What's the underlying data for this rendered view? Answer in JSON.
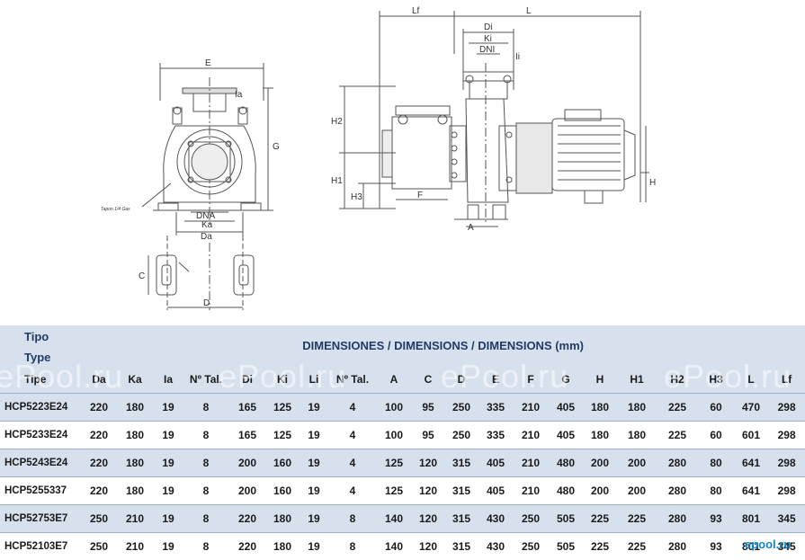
{
  "drawing": {
    "front_labels": {
      "e": "E",
      "ia": "Ia",
      "g": "G",
      "dna": "DNA",
      "ka": "Ka",
      "da": "Da",
      "tapon": "Tapon 1/4 Gas",
      "c": "C",
      "d": "D"
    },
    "side_labels": {
      "lf": "Lf",
      "l": "L",
      "di": "Di",
      "ki": "Ki",
      "dni": "DNI",
      "li": "Ii",
      "h2": "H2",
      "h1": "H1",
      "h3": "H3",
      "f": "F",
      "a": "A",
      "h": "H"
    }
  },
  "table": {
    "header": {
      "tipo": "Tipo",
      "type": "Type",
      "title": "DIMENSIONES / DIMENSIONS / DIMENSIONS (mm)",
      "columns": [
        "Tipe",
        "Da",
        "Ka",
        "Ia",
        "Nº Tal.",
        "Di",
        "Ki",
        "Li",
        "Nº Tal.",
        "A",
        "C",
        "D",
        "E",
        "F",
        "G",
        "H",
        "H1",
        "H2",
        "H3",
        "L",
        "Lf"
      ]
    },
    "rows": [
      [
        "HCP5223E24",
        "220",
        "180",
        "19",
        "8",
        "165",
        "125",
        "19",
        "4",
        "100",
        "95",
        "250",
        "335",
        "210",
        "405",
        "180",
        "180",
        "225",
        "60",
        "470",
        "298"
      ],
      [
        "HCP5233E24",
        "220",
        "180",
        "19",
        "8",
        "165",
        "125",
        "19",
        "4",
        "100",
        "95",
        "250",
        "335",
        "210",
        "405",
        "180",
        "180",
        "225",
        "60",
        "601",
        "298"
      ],
      [
        "HCP5243E24",
        "220",
        "180",
        "19",
        "8",
        "200",
        "160",
        "19",
        "4",
        "125",
        "120",
        "315",
        "405",
        "210",
        "480",
        "200",
        "200",
        "280",
        "80",
        "641",
        "298"
      ],
      [
        "HCP5255337",
        "220",
        "180",
        "19",
        "8",
        "200",
        "160",
        "19",
        "4",
        "125",
        "120",
        "315",
        "405",
        "210",
        "480",
        "200",
        "200",
        "280",
        "80",
        "641",
        "298"
      ],
      [
        "HCP52753E7",
        "250",
        "210",
        "19",
        "8",
        "220",
        "180",
        "19",
        "8",
        "140",
        "120",
        "315",
        "430",
        "250",
        "505",
        "225",
        "225",
        "280",
        "93",
        "801",
        "345"
      ],
      [
        "HCP52103E7",
        "250",
        "210",
        "19",
        "8",
        "220",
        "180",
        "19",
        "8",
        "140",
        "120",
        "315",
        "430",
        "250",
        "505",
        "225",
        "225",
        "280",
        "93",
        "801",
        "345"
      ]
    ]
  },
  "watermark": "ePool.ru",
  "logo": "epool.ru"
}
